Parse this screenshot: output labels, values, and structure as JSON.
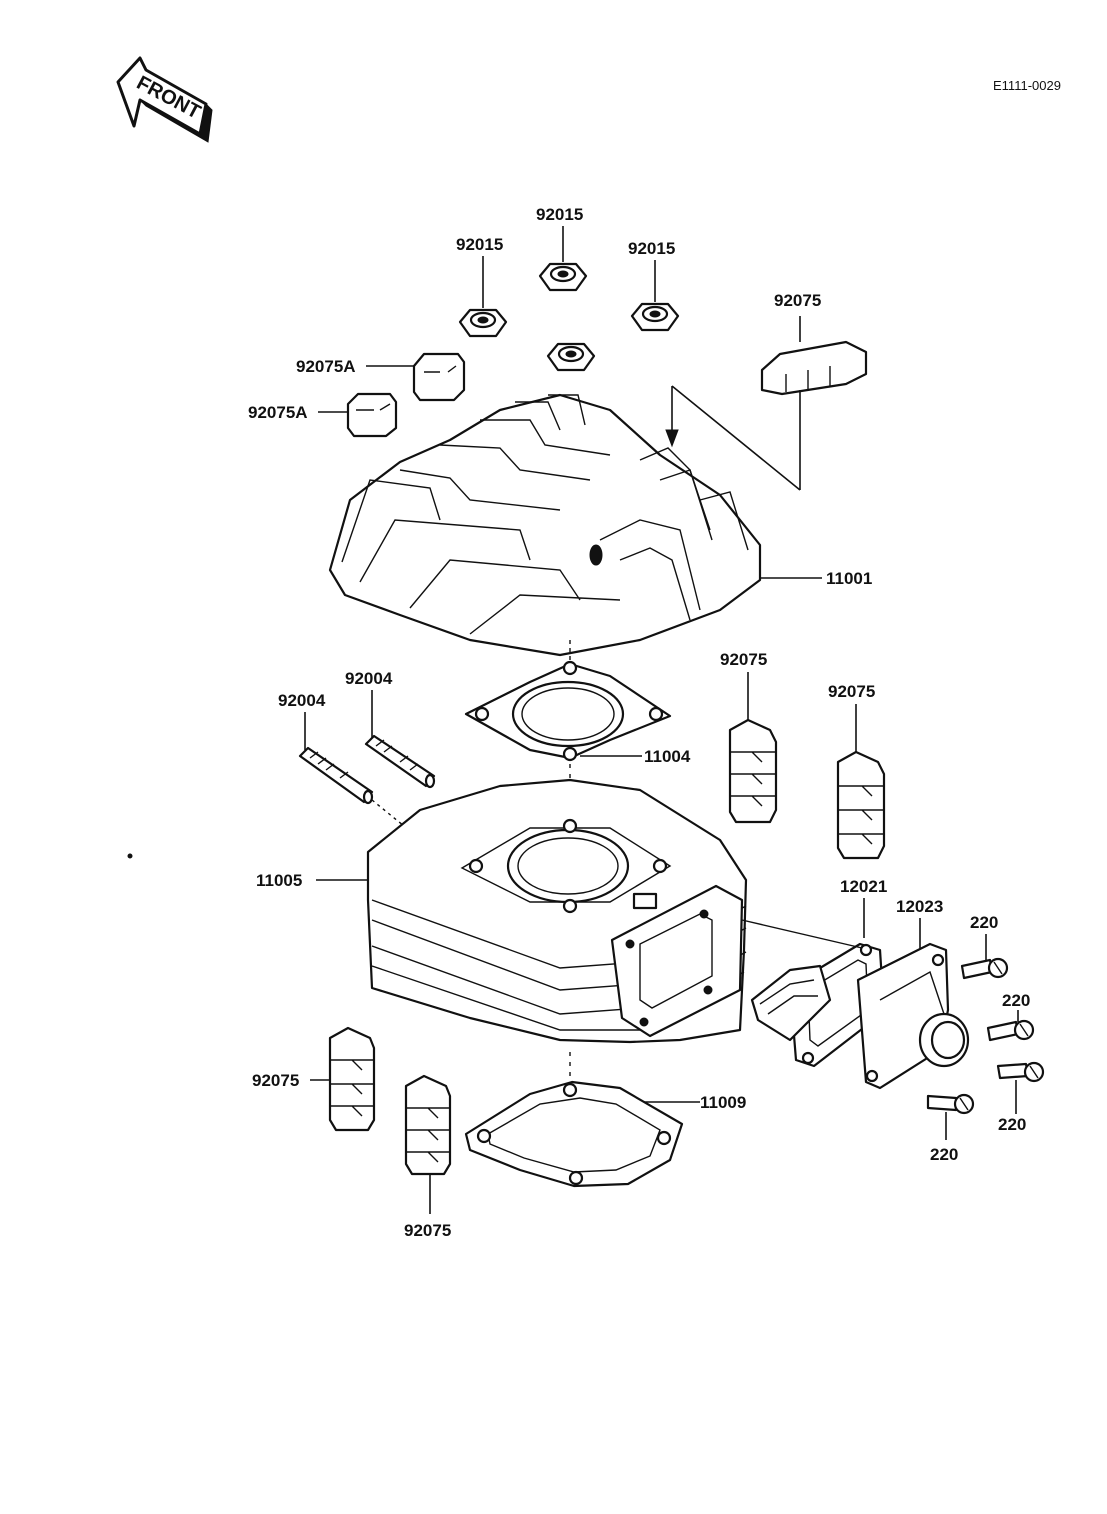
{
  "diagram_code": "E1111-0029",
  "front_label": "FRONT",
  "labels": {
    "nut_top": "92015",
    "nut_left": "92015",
    "nut_right": "92015",
    "damper_head_right": "92075",
    "damper_a_upper": "92075A",
    "damper_a_lower": "92075A",
    "cylinder_head": "11001",
    "stud_left": "92004",
    "stud_right": "92004",
    "head_gasket": "11004",
    "damper_mid_left": "92075",
    "damper_mid_right": "92075",
    "cylinder": "11005",
    "reed_gasket": "12021",
    "inlet_pipe": "12023",
    "screw_1": "220",
    "screw_2": "220",
    "screw_3": "220",
    "screw_4": "220",
    "base_gasket": "11009",
    "damper_low_left": "92075",
    "damper_low_mid": "92075"
  }
}
